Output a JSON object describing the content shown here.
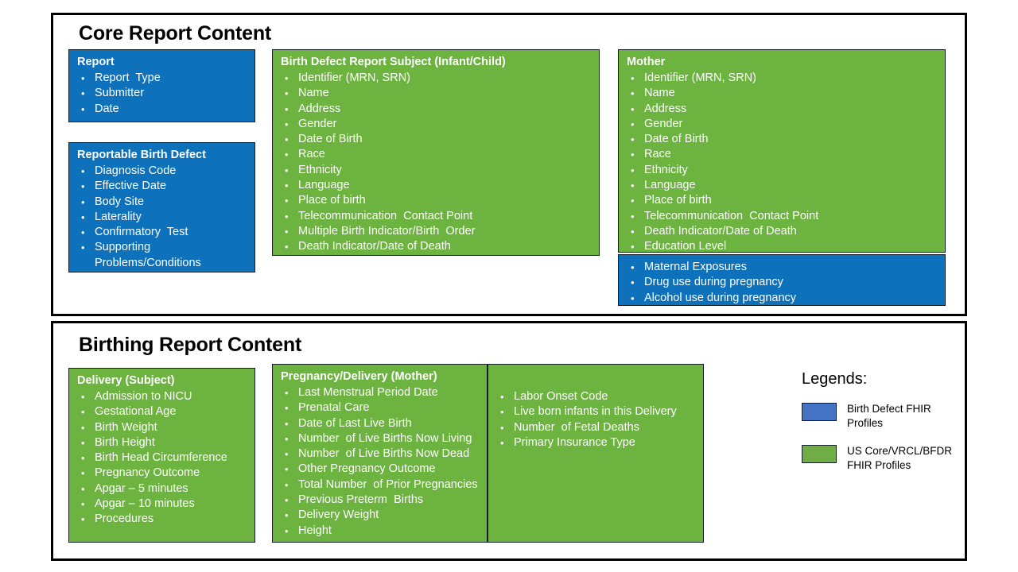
{
  "colors": {
    "blue_card": "#0E71BC",
    "green_card": "#6CB33F",
    "legend_blue": "#4472C4",
    "legend_green": "#70AD47",
    "frame_border": "#000000",
    "text_on_card": "#FFFFFF"
  },
  "sections": {
    "core": {
      "title": "Core Report Content",
      "cards": {
        "report": {
          "title": "Report",
          "color": "blue",
          "items": [
            "Report  Type",
            "Submitter",
            "Date"
          ]
        },
        "reportable_birth_defect": {
          "title": "Reportable Birth Defect",
          "color": "blue",
          "items": [
            "Diagnosis Code",
            "Effective Date",
            "Body Site",
            "Laterality",
            "Confirmatory  Test",
            "Supporting\nProblems/Conditions"
          ]
        },
        "subject": {
          "title": "Birth Defect Report Subject (Infant/Child)",
          "color": "green",
          "items": [
            "Identifier (MRN, SRN)",
            "Name",
            "Address",
            "Gender",
            "Date of Birth",
            "Race",
            "Ethnicity",
            "Language",
            "Place of birth",
            "Telecommunication  Contact Point",
            "Multiple Birth Indicator/Birth  Order",
            "Death Indicator/Date of Death"
          ]
        },
        "mother": {
          "title": "Mother",
          "color": "green",
          "items": [
            "Identifier (MRN, SRN)",
            "Name",
            "Address",
            "Gender",
            "Date of Birth",
            "Race",
            "Ethnicity",
            "Language",
            "Place of birth",
            "Telecommunication  Contact Point",
            "Death Indicator/Date of Death",
            "Education Level"
          ]
        },
        "maternal_exposures": {
          "title": "",
          "color": "blue",
          "items": [
            "Maternal Exposures",
            "Drug use during pregnancy",
            "Alcohol use during pregnancy"
          ]
        }
      }
    },
    "birthing": {
      "title": "Birthing Report Content",
      "cards": {
        "delivery_subject": {
          "title": "Delivery (Subject)",
          "color": "green",
          "items": [
            "Admission to NICU",
            "Gestational Age",
            "Birth Weight",
            "Birth Height",
            "Birth Head Circumference",
            "Pregnancy Outcome",
            "Apgar – 5 minutes",
            "Apgar – 10 minutes",
            "Procedures"
          ]
        },
        "pregnancy_delivery_mother": {
          "title": "Pregnancy/Delivery (Mother)",
          "color": "green",
          "items": [
            "Last Menstrual Period Date",
            "Prenatal Care",
            "Date of Last Live Birth",
            "Number  of Live Births Now Living",
            "Number  of Live Births Now Dead",
            "Other Pregnancy Outcome",
            "Total Number  of Prior Pregnancies",
            "Previous Preterm  Births",
            "Delivery Weight",
            "Height"
          ]
        },
        "pregnancy_delivery_mother_cont": {
          "title": "",
          "color": "green",
          "items": [
            "Labor Onset Code",
            "Live born infants in this Delivery",
            "Number  of Fetal Deaths",
            "Primary Insurance Type"
          ]
        }
      }
    }
  },
  "legend": {
    "title": "Legends:",
    "entries": [
      {
        "color": "#4472C4",
        "label": "Birth Defect FHIR Profiles"
      },
      {
        "color": "#70AD47",
        "label": "US Core/VRCL/BFDR\nFHIR Profiles"
      }
    ]
  },
  "bullet_glyph": "•"
}
